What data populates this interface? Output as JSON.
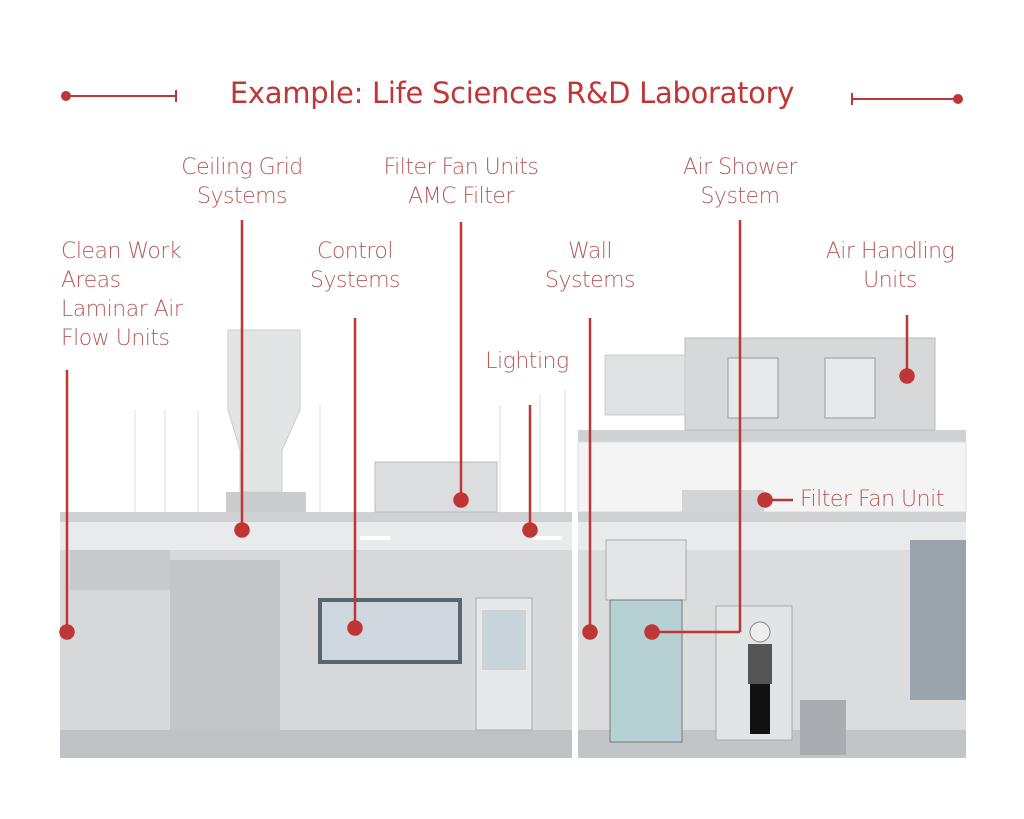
{
  "title": "Example: Life Sciences R&D Laboratory",
  "accent_color": "#c03535",
  "labels": {
    "ceiling_grid": [
      "Ceiling Grid",
      "Systems"
    ],
    "filter_fan_units": [
      "Filter Fan Units",
      "AMC Filter"
    ],
    "air_shower": [
      "Air Shower",
      "System"
    ],
    "clean_work": [
      "Clean Work",
      "Areas",
      "Laminar Air",
      "Flow Units"
    ],
    "control": [
      "Control",
      "Systems"
    ],
    "wall": [
      "Wall",
      "Systems"
    ],
    "air_handling": [
      "Air Handling",
      "Units"
    ],
    "lighting": [
      "Lighting"
    ],
    "filter_fan_unit": [
      "Filter Fan Unit"
    ]
  }
}
